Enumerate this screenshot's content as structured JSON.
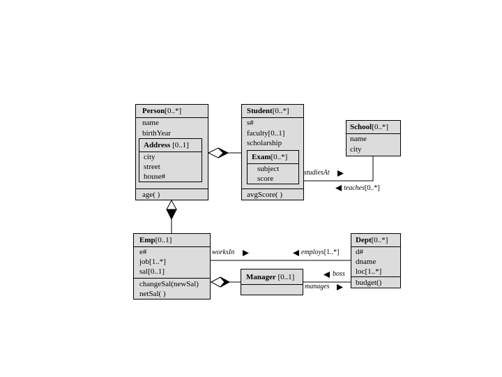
{
  "classes": {
    "person": {
      "name": "Person",
      "mult": "[0..*]",
      "attrs": [
        "name",
        "birthYear"
      ],
      "ops": [
        "age( )"
      ]
    },
    "address": {
      "name": "Address",
      "mult": " [0..1]",
      "attrs": [
        "city",
        "street",
        "house#"
      ]
    },
    "student": {
      "name": "Student",
      "mult": "[0..*]",
      "attrs": [
        "s#",
        "faculty[0..1]",
        "scholarship"
      ],
      "ops": [
        "avgScore( )"
      ]
    },
    "exam": {
      "name": "Exam",
      "mult": "[0..*]",
      "attrs": [
        "subject",
        "score"
      ]
    },
    "school": {
      "name": "School",
      "mult": "[0..*]",
      "attrs": [
        "name",
        "city"
      ]
    },
    "emp": {
      "name": "Emp",
      "mult": "[0..1]",
      "attrs": [
        "e#",
        "job[1..*]",
        "sal[0..1]"
      ],
      "ops": [
        "changeSal(newSal)",
        "netSal( )"
      ]
    },
    "dept": {
      "name": "Dept",
      "mult": "[0..*]",
      "attrs": [
        "d#",
        "dname",
        "loc[1..*]"
      ],
      "ops": [
        "budget()"
      ]
    },
    "manager": {
      "name": "Manager",
      "mult": " [0..1]"
    }
  },
  "assoc": {
    "studiesAt": "studiesAt",
    "teaches": "teaches",
    "teaches_mult": "[0..*]",
    "worksIn": "worksIn",
    "employs": "employs",
    "employs_mult": "[1..*]",
    "boss": "boss",
    "manages": "manages"
  }
}
